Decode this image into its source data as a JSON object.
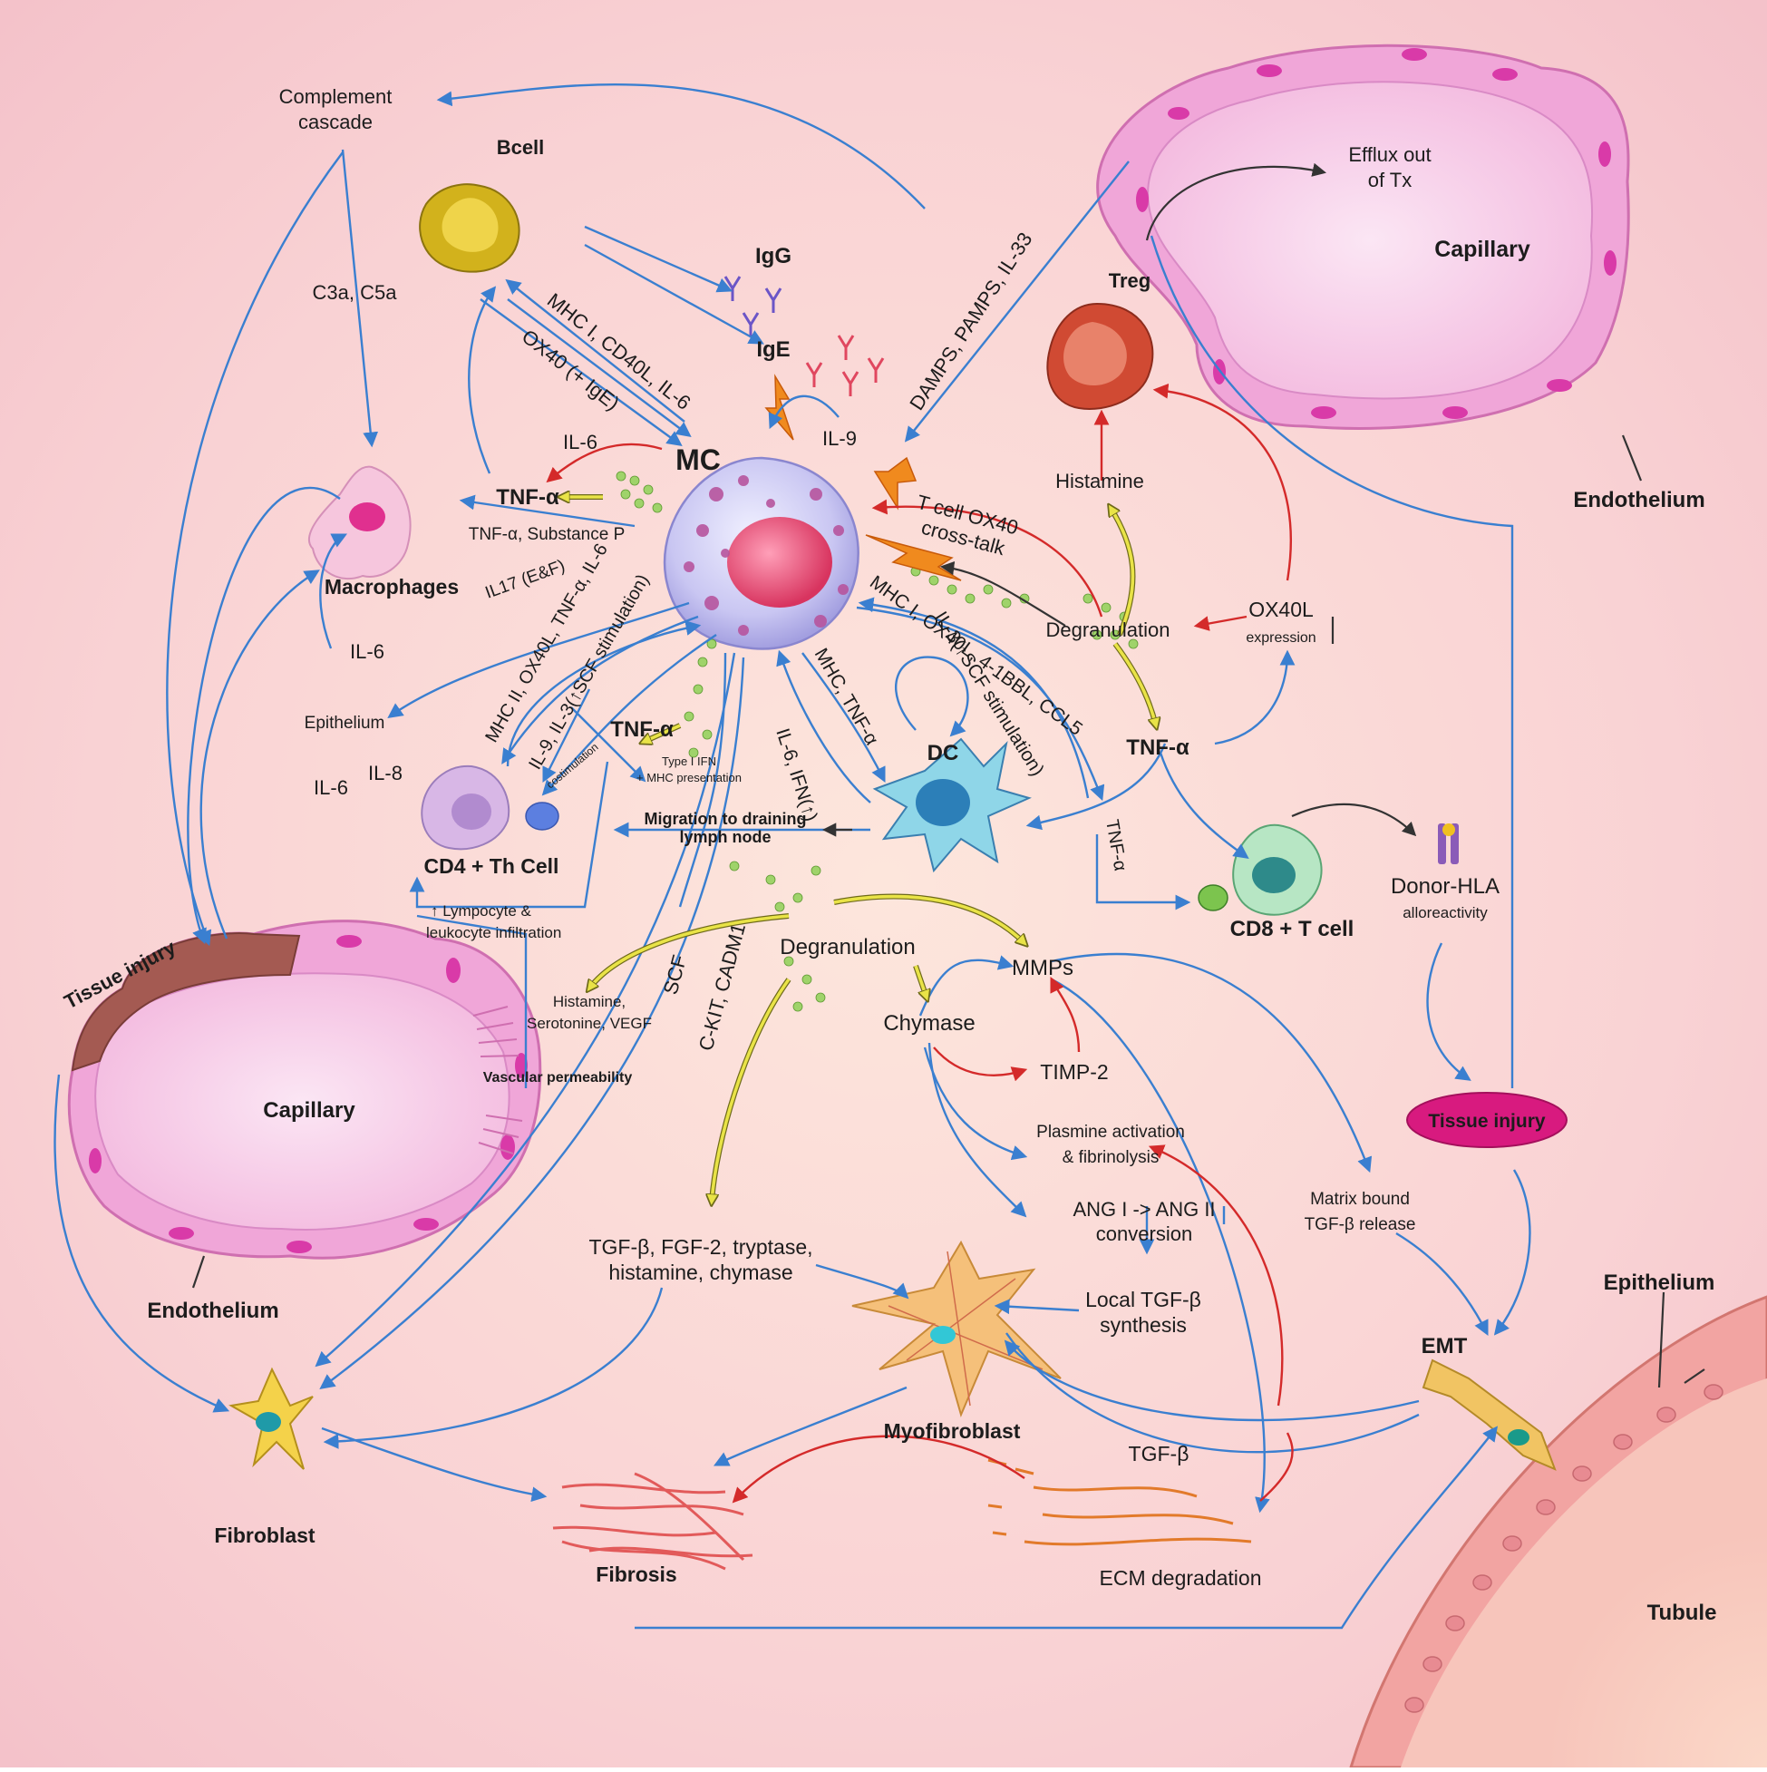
{
  "labels": {
    "complement_cascade": [
      "Complement",
      "cascade"
    ],
    "bcell": "Bcell",
    "igg": "IgG",
    "ige": "IgE",
    "c3a_c5a": "C3a, C5a",
    "mhc_cd40l_il6": "MHC I, CD40L, IL-6",
    "ox40_ige": "OX40 (+ IgE)",
    "il6_top": "IL-6",
    "mc": "MC",
    "il9": "IL-9",
    "damps": "DAMPS, PAMPS, IL-33",
    "treg": "Treg",
    "efflux": [
      "Efflux out",
      "of Tx"
    ],
    "capillary_top": "Capillary",
    "endothelium_top": "Endothelium",
    "macrophages": "Macrophages",
    "tnf_alpha_left": "TNF-α",
    "tnf_substance_p": "TNF-α, Substance P",
    "il17": "IL17 (E&F)",
    "histamine_right": "Histamine",
    "tcell_ox40": [
      "T cell OX40",
      "cross-talk"
    ],
    "mhc_ox40l_41bbl": "MHC I, OX40L, 4-1BBL, CCL5",
    "il3_scf_right": "IL-3(↑SCF stimulation)",
    "degranulation_right": "Degranulation",
    "ox40l": "OX40L",
    "expression": "expression",
    "tnf_alpha_right": "TNF-α",
    "il6_left": "IL-6",
    "epithelium_left": "Epithelium",
    "mhc2_ox40l": "MHC II, OX40L, TNF-α, IL-6",
    "il9_il3_scf": "IL-9, IL-3(↑SCF stimulation)",
    "tnf_alpha_mid": "TNF-α",
    "costimulation": "costimulation",
    "type1_ifn": [
      "Type I IFN",
      "+ MHC presentation"
    ],
    "il6_ifn": "IL-6, IFN(↑)",
    "mhc_tnf": "MHC, TNF-α",
    "dc": "DC",
    "il6_il8_a": "IL-6",
    "il8": "IL-8",
    "cd4": "CD4 + Th Cell",
    "migration": [
      "Migration to draining",
      "lymph node"
    ],
    "tnf_alpha_vertical": "TNF-α",
    "donor_hla": "Donor-HLA",
    "alloreactivity": "alloreactivity",
    "cd8": "CD8 + T cell",
    "lympho_infiltration": [
      "↑  Lympocyte &",
      "leukocyte infiltration"
    ],
    "tissue_injury_left": "Tissue injury",
    "degranulation_center": "Degranulation",
    "mmps": "MMPs",
    "scf": "SCF",
    "ckit": "C-KIT, CADM1",
    "histamine_sero": [
      "Histamine,",
      "Serotonine, VEGF"
    ],
    "vascular_perm": "Vascular permeability",
    "chymase": "Chymase",
    "timp2": "TIMP-2",
    "capillary_left": "Capillary",
    "plasmine": [
      "Plasmine activation",
      "& fibrinolysis"
    ],
    "tissue_injury_pill": "Tissue injury",
    "matrix_bound": [
      "Matrix bound",
      "TGF-β release"
    ],
    "ang": [
      "ANG I -> ANG II",
      "conversion"
    ],
    "tgf_list": [
      "TGF-β, FGF-2, tryptase,",
      "histamine, chymase"
    ],
    "local_tgf": [
      "Local TGF-β",
      "synthesis"
    ],
    "endothelium_left": "Endothelium",
    "epithelium_right": "Epithelium",
    "emt": "EMT",
    "myofibroblast": "Myofibroblast",
    "tgf_beta": "TGF-β",
    "fibroblast": "Fibroblast",
    "fibrosis": "Fibrosis",
    "ecm": "ECM degradation",
    "tubule": "Tubule"
  },
  "colors": {
    "background": "#f9cfd4",
    "arrow_blue": "#3a7fd0",
    "arrow_red": "#d42a2a",
    "arrow_yellow": "#e9e347",
    "tissue_pink": "#f2a9cf",
    "pill_magenta": "#d61f7a"
  }
}
